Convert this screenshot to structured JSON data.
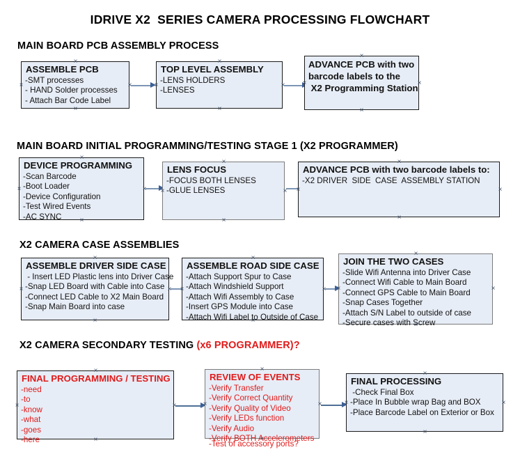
{
  "document": {
    "title": "IDRIVE X2  SERIES CAMERA PROCESSING FLOWCHART"
  },
  "sections": [
    {
      "id": "main-board-pcb-assembly",
      "heading": "MAIN BOARD PCB ASSEMBLY PROCESS",
      "heading_accent": "",
      "boxes": [
        {
          "id": "assemble-pcb",
          "title": "ASSEMBLE PCB",
          "lines": [
            "-SMT processes",
            "- HAND Solder processes",
            "- Attach Bar Code Label"
          ]
        },
        {
          "id": "top-level-assembly",
          "title": "TOP LEVEL ASSEMBLY",
          "lines": [
            "-LENS HOLDERS",
            "-LENSES"
          ]
        },
        {
          "id": "advance-pcb-to-programming-station",
          "title": "ADVANCE PCB with two",
          "lines": [
            "barcode labels to the",
            " X2 Programming Station"
          ]
        }
      ]
    },
    {
      "id": "main-board-initial-programming",
      "heading": "MAIN BOARD INITIAL PROGRAMMING/TESTING STAGE 1 (X2 PROGRAMMER)",
      "heading_accent": "",
      "boxes": [
        {
          "id": "device-programming",
          "title": "DEVICE PROGRAMMING",
          "lines": [
            "-Scan Barcode",
            "-Boot Loader",
            "-Device Configuration",
            "-Test Wired Events",
            "-AC SYNC"
          ]
        },
        {
          "id": "lens-focus",
          "title": "LENS FOCUS",
          "lines": [
            "-FOCUS BOTH LENSES",
            "-GLUE LENSES"
          ]
        },
        {
          "id": "advance-pcb-to-driver-side-case",
          "title": "ADVANCE PCB with two barcode labels to:",
          "lines": [
            "-X2 DRIVER  SIDE  CASE  ASSEMBLY STATION"
          ]
        }
      ]
    },
    {
      "id": "x2-camera-case-assemblies",
      "heading": "X2 CAMERA CASE ASSEMBLIES",
      "heading_accent": "",
      "boxes": [
        {
          "id": "assemble-driver-side-case",
          "title": "ASSEMBLE DRIVER SIDE CASE",
          "lines": [
            " - Insert LED Plastic lens into Driver Case",
            "-Snap LED Board with Cable into Case",
            "-Connect LED Cable to X2 Main Board",
            "-Snap Main Board into case"
          ]
        },
        {
          "id": "assemble-road-side-case",
          "title": "ASSEMBLE ROAD SIDE CASE",
          "lines": [
            "-Attach Support Spur to Case",
            "-Attach Windshield Support",
            "-Attach Wifi Assembly to Case",
            "-Insert GPS Module into Case",
            "-Attach Wifi Label to Outside of Case"
          ]
        },
        {
          "id": "join-the-two-cases",
          "title": "JOIN THE TWO CASES",
          "lines": [
            "-Slide Wifi Antenna into Driver Case",
            "-Connect Wifi Cable to Main Board",
            "-Connect GPS Cable to Main Board",
            "-Snap Cases Together",
            "-Attach S/N Label to outside of case",
            "-Secure cases with Screw"
          ]
        }
      ]
    },
    {
      "id": "x2-camera-secondary-testing",
      "heading": "X2 CAMERA SECONDARY TESTING ",
      "heading_accent": "(x6 PROGRAMMER)?",
      "boxes": [
        {
          "id": "final-programming-testing",
          "title": "FINAL PROGRAMMING / TESTING",
          "lines": [
            "-need",
            "-to",
            "-know",
            "-what",
            "-goes",
            "-here"
          ]
        },
        {
          "id": "review-of-events",
          "title": "REVIEW OF EVENTS",
          "lines": [
            "-Verify Transfer",
            "-Verify Correct Quantity",
            "-Verify Quality of Video",
            "-Verify LEDs function",
            "-Verify Audio",
            "-Verify BOTH Accelerometers"
          ],
          "overflow_line": "-Test of accessory ports?"
        },
        {
          "id": "final-processing",
          "title": "FINAL PROCESSING",
          "lines": [
            " -Check Final Box",
            "-Place In Bubble wrap Bag and BOX",
            "-Place Barcode Label on Exterior or Box"
          ]
        }
      ]
    }
  ],
  "colors": {
    "box_fill": "#e7edf6",
    "box_border": "#1a1a1a",
    "box_border_grey": "#7b7b7b",
    "text": "#111111",
    "accent_red": "#e01b1b",
    "arrow": "#3c5f96"
  }
}
